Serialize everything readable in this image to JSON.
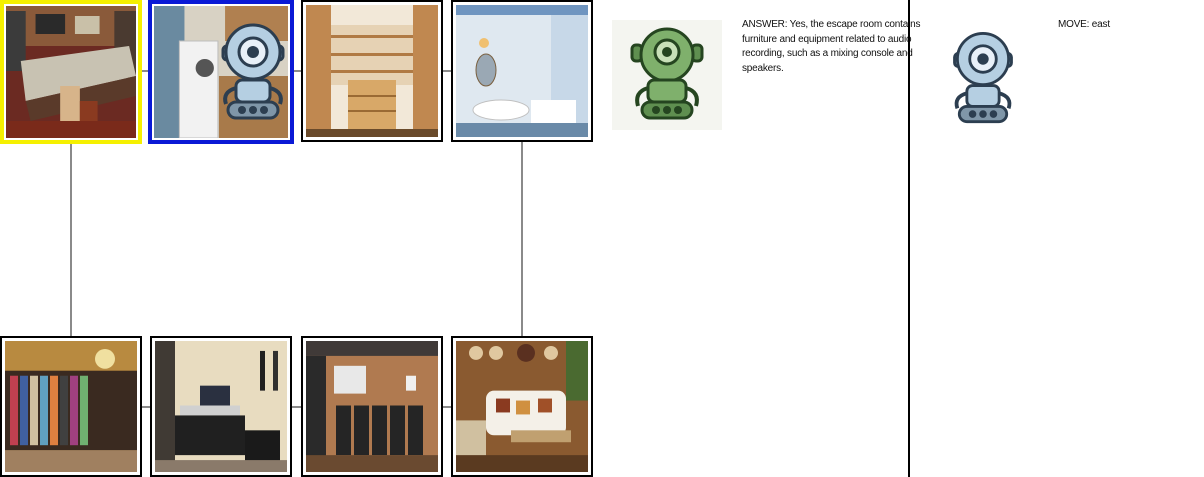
{
  "rooms": [
    {
      "id": "recording-studio",
      "row": "top",
      "description": "audio recording studio with mixing console"
    },
    {
      "id": "kitchen",
      "row": "top",
      "description": "kitchen with refrigerator"
    },
    {
      "id": "walk-in-closet",
      "row": "top",
      "description": "wooden closet shelving"
    },
    {
      "id": "bathroom",
      "row": "top",
      "description": "blue tiled bathroom"
    },
    {
      "id": "wardrobe",
      "row": "bottom",
      "description": "wardrobe with clothes and chandelier"
    },
    {
      "id": "home-studio",
      "row": "bottom",
      "description": "home music studio with keyboard and guitars"
    },
    {
      "id": "home-theater",
      "row": "bottom",
      "description": "home theater with seating"
    },
    {
      "id": "living-room",
      "row": "bottom",
      "description": "living room with sofa and plates on wall"
    }
  ],
  "answer": {
    "text": "ANSWER: Yes, the escape room contains furniture and equipment related to audio recording, such as a mixing console and speakers."
  },
  "move": {
    "text": "MOVE: east"
  },
  "colors": {
    "start_highlight": "#f5f000",
    "current_highlight": "#0a19d6",
    "answer_robot": "#6aa05a",
    "move_robot": "#a9c7dd"
  }
}
